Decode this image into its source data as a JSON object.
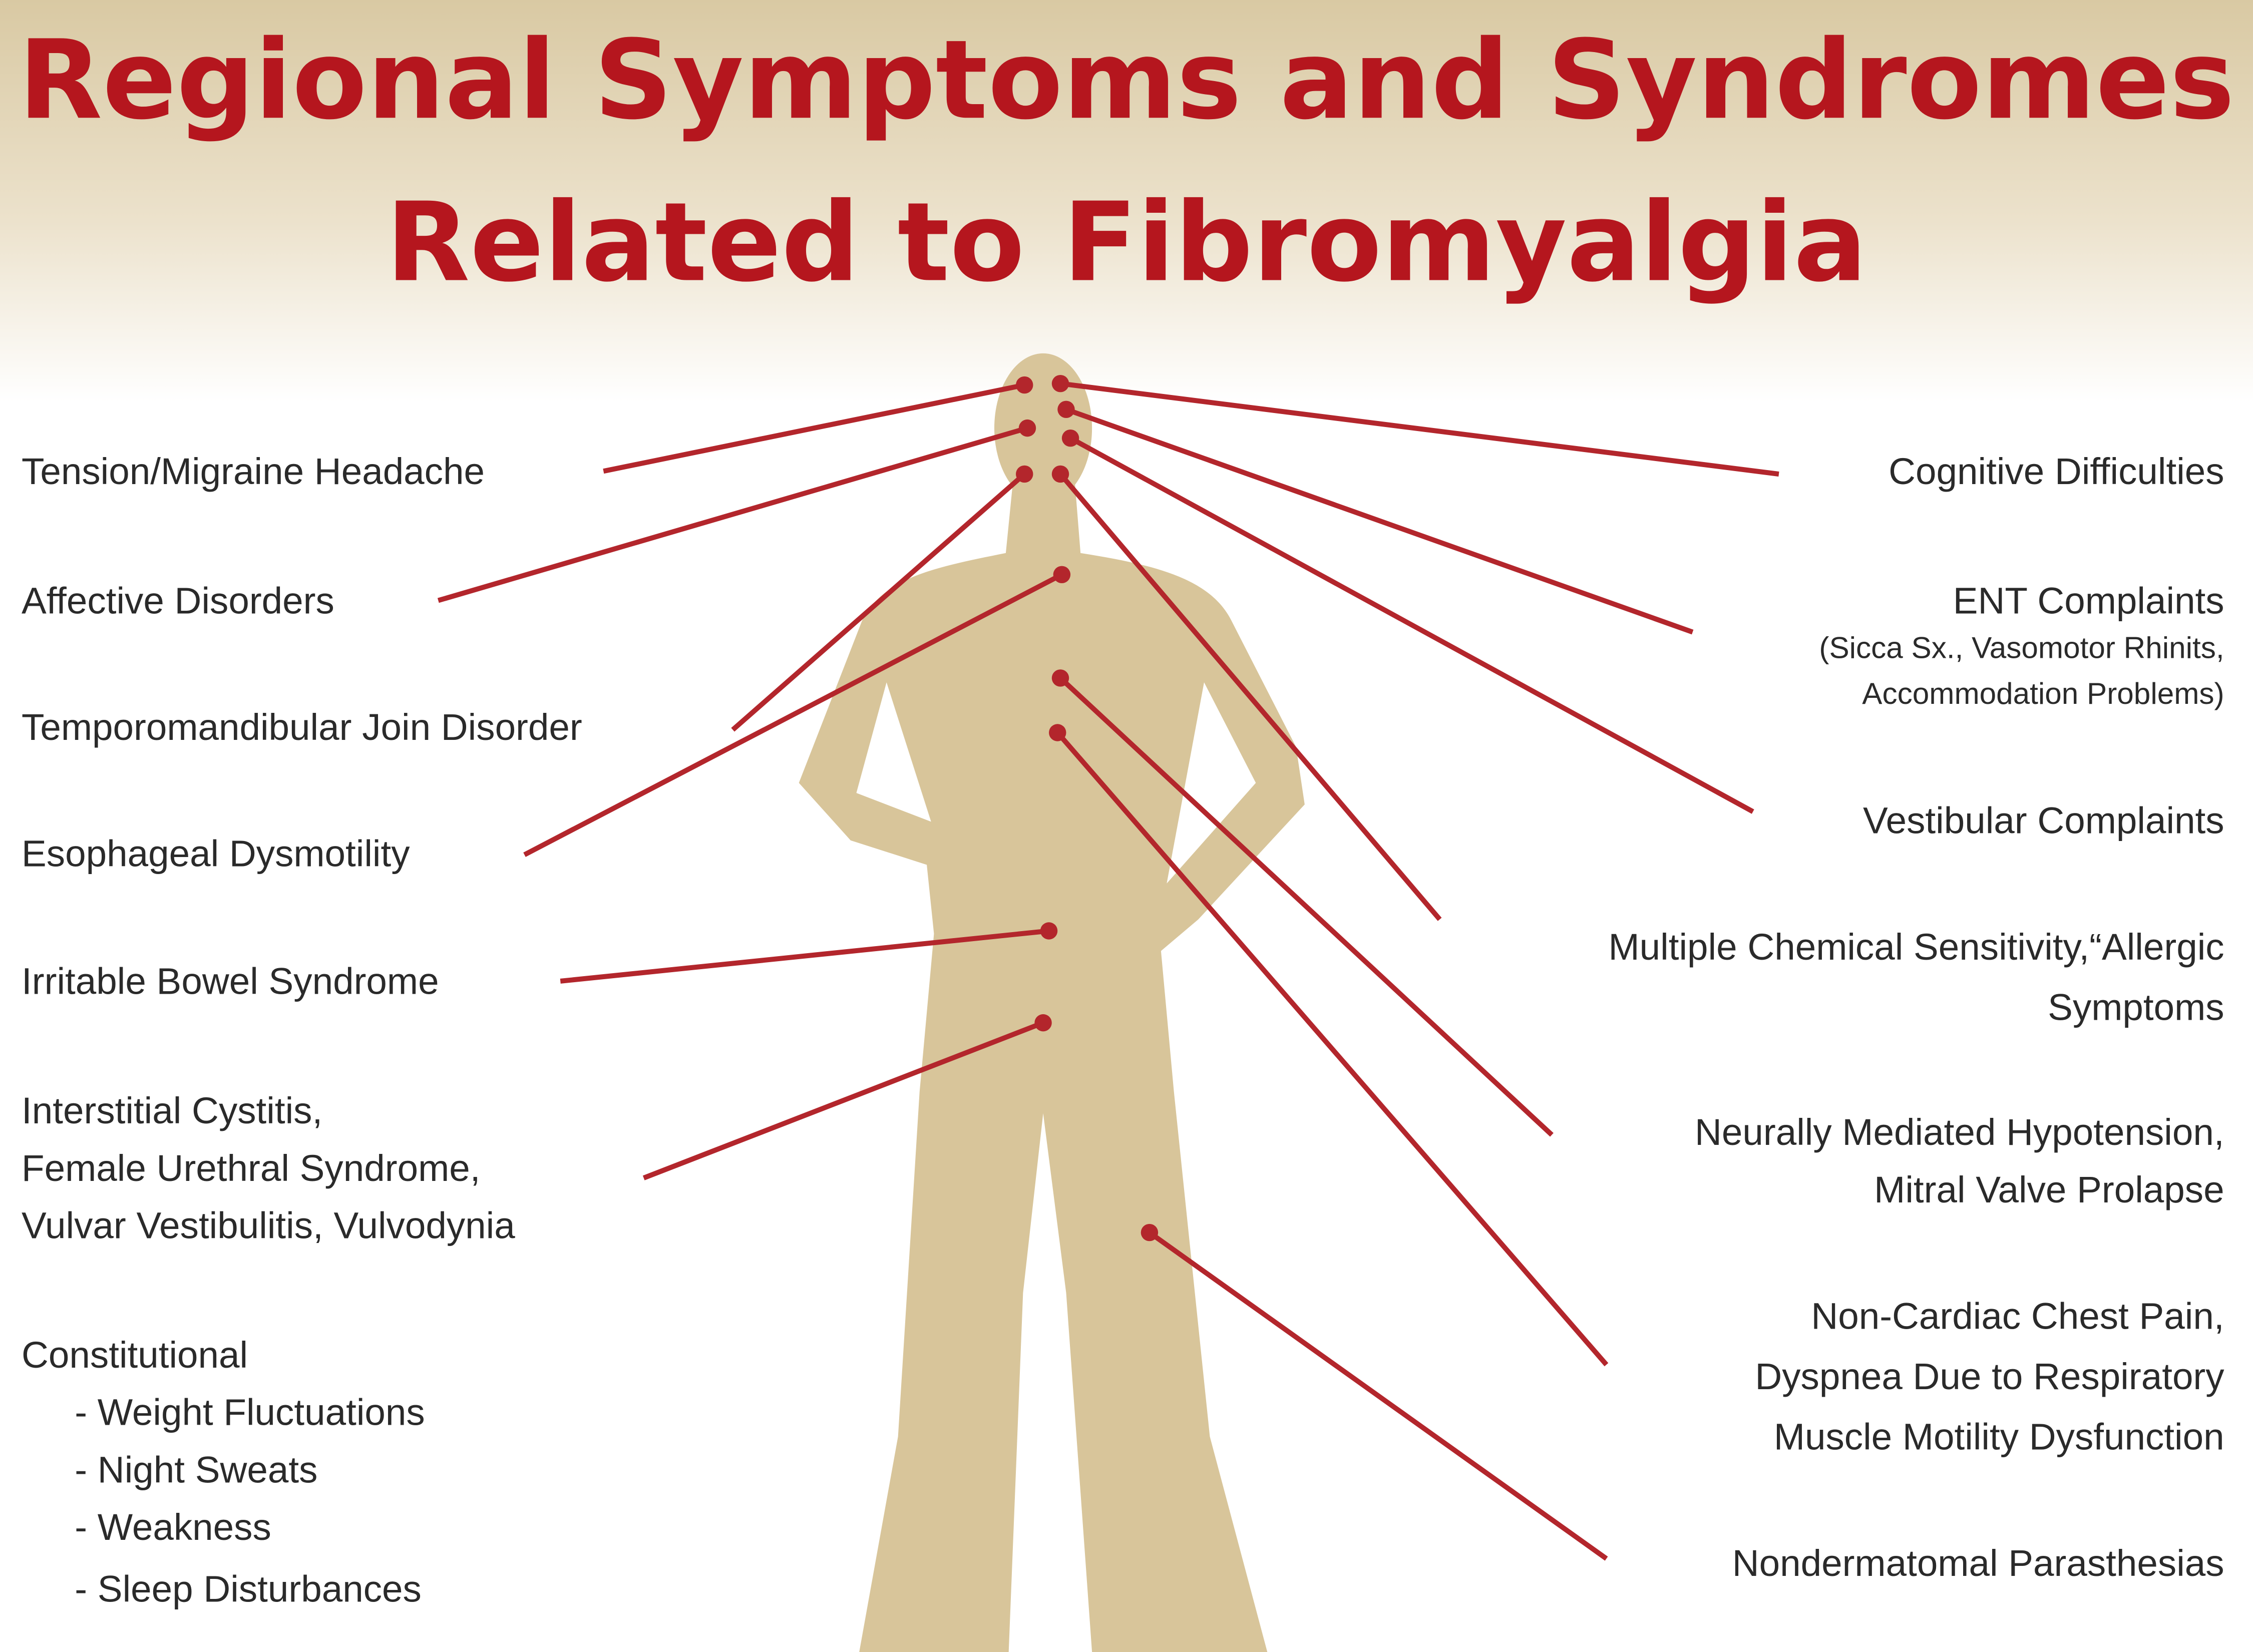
{
  "title": {
    "line1": "Regional Symptoms and Syndromes",
    "line2": "Related to Fibromyalgia"
  },
  "left_labels": {
    "tension": "Tension/Migraine Headache",
    "affective": "Affective Disorders",
    "tmj": "Temporomandibular Join Disorder",
    "esophageal": "Esophageal Dysmotility",
    "ibs": "Irritable Bowel Syndrome",
    "interstitial": [
      "Interstitial Cystitis,",
      "Female Urethral Syndrome,",
      "Vulvar Vestibulitis, Vulvodynia"
    ],
    "constitutional": {
      "heading": "Constitutional",
      "items": [
        "- Weight Fluctuations",
        "- Night Sweats",
        "- Weakness",
        "- Sleep Disturbances"
      ]
    }
  },
  "right_labels": {
    "cognitive": "Cognitive Difficulties",
    "ent": {
      "heading": "ENT Complaints",
      "detail": [
        "(Sicca Sx., Vasomotor Rhinits,",
        "Accommodation Problems)"
      ]
    },
    "vestibular": "Vestibular Complaints",
    "mcs": [
      "Multiple Chemical Sensitivity,“Allergic",
      "Symptoms"
    ],
    "neural": [
      "Neurally Mediated Hypotension,",
      "Mitral Valve Prolapse"
    ],
    "chest": [
      "Non-Cardiac Chest Pain,",
      "Dyspnea Due to Respiratory",
      "Muscle Motility Dysfunction"
    ],
    "paresthesias": "Nondermatomal Parasthesias"
  },
  "colors": {
    "title": "#b5161e",
    "lines": "#b3262c",
    "body": "#d8c59a",
    "header_band": "#d9c9a3"
  }
}
